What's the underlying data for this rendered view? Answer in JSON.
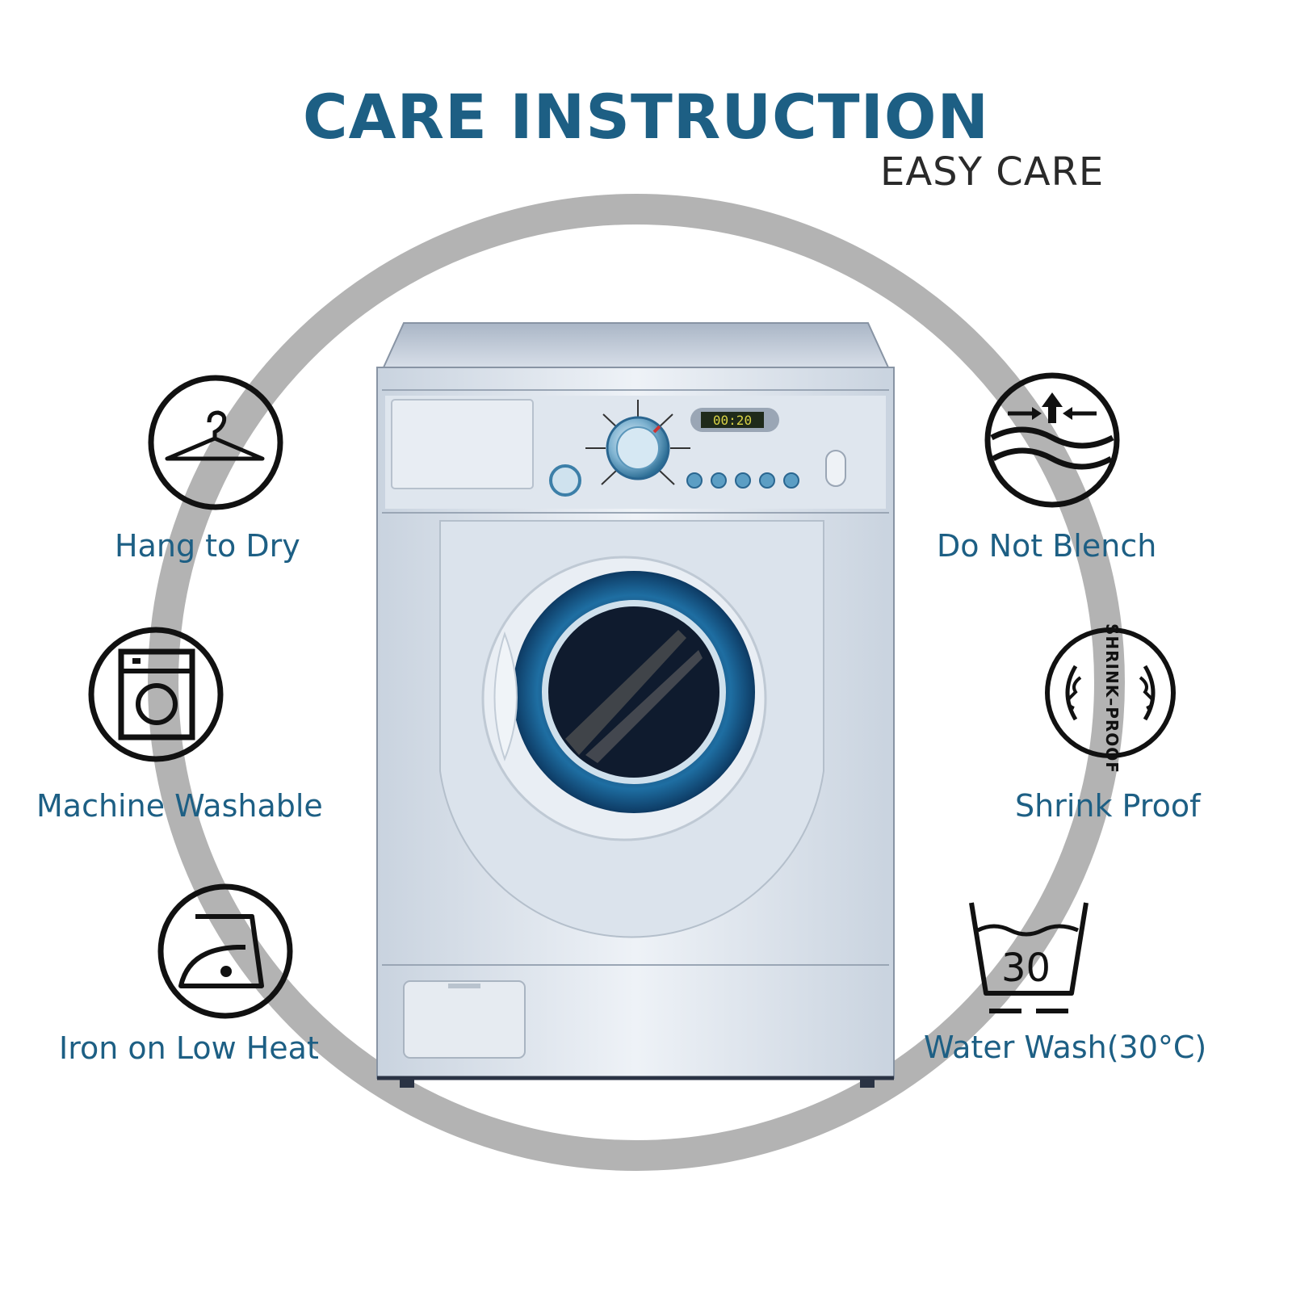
{
  "header": {
    "title": "CARE INSTRUCTION",
    "subtitle": "EASY CARE"
  },
  "washer": {
    "display_time": "00:20"
  },
  "care_items": [
    {
      "label": "Hang to Dry",
      "icon": "hanger-icon"
    },
    {
      "label": "Machine Washable",
      "icon": "washing-machine-icon"
    },
    {
      "label": "Iron on Low Heat",
      "icon": "iron-icon"
    },
    {
      "label": "Do Not Blench",
      "icon": "no-bleach-icon"
    },
    {
      "label": "Shrink Proof",
      "icon": "shrink-proof-icon",
      "badge": "SHRINK–PROOF"
    },
    {
      "label": "Water Wash(30°C)",
      "icon": "wash-tub-icon",
      "badge": "30"
    }
  ],
  "colors": {
    "brand": "#1d5f84",
    "ring": "#b3b3b3",
    "icon": "#111111"
  }
}
